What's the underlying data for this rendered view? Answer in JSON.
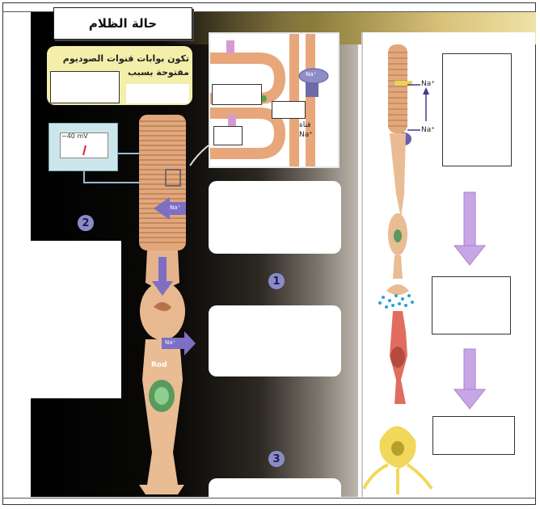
{
  "title": "حالة الظلام",
  "yellow_note": {
    "line1": "تكون بوابات قنوات الصوديوم",
    "line2": "مفتوحة بسبب"
  },
  "meter": {
    "reading": "−40 mV"
  },
  "labels": {
    "rod": "Rod",
    "na_plus": "Na⁺",
    "channel": "قناة",
    "na_channel": "Na⁺"
  },
  "markers": [
    "1",
    "2",
    "3"
  ],
  "colors": {
    "rod_outer": "#e2a77a",
    "rod_inner": "#c98c62",
    "arrow": "#7e6fc4",
    "bipolar": "#e06d5f",
    "ganglion": "#f1d85a",
    "nucleus": "#5a9a5e",
    "yellow_box": "#f3efaa"
  }
}
